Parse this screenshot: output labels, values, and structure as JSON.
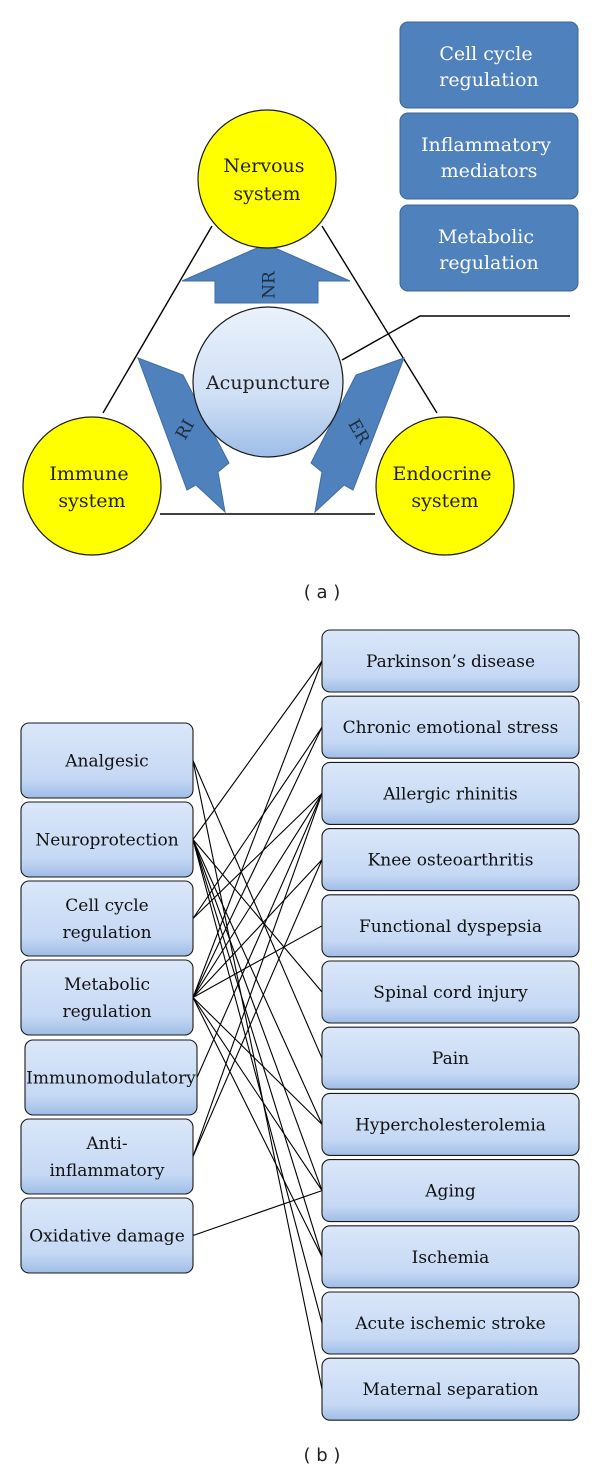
{
  "panel_a": {
    "label": "( a )",
    "systems": {
      "nervous": [
        "Nervous",
        "system"
      ],
      "immune": [
        "Immune",
        "system"
      ],
      "endocrine": [
        "Endocrine",
        "system"
      ]
    },
    "center": "Acupuncture",
    "arrows": {
      "nr": "NR",
      "ri": "RI",
      "er": "ER"
    },
    "mechanisms": [
      [
        "Cell cycle",
        "regulation"
      ],
      [
        "Inflammatory",
        "mediators"
      ],
      [
        "Metabolic",
        "regulation"
      ]
    ],
    "colors": {
      "system_fill": "#ffff00",
      "accent_blue": "#4f81bd",
      "light_blue": "#c6d9f1"
    }
  },
  "panel_b": {
    "label": "( b )",
    "effects": [
      [
        "Analgesic"
      ],
      [
        "Neuroprotection"
      ],
      [
        "Cell cycle",
        "regulation"
      ],
      [
        "Metabolic",
        "regulation"
      ],
      [
        "Immunomodulatory"
      ],
      [
        "Anti-",
        "inflammatory"
      ],
      [
        "Oxidative damage"
      ]
    ],
    "diseases": [
      "Parkinson’s disease",
      "Chronic emotional stress",
      "Allergic rhinitis",
      "Knee osteoarthritis",
      "Functional dyspepsia",
      "Spinal cord injury",
      "Pain",
      "Hypercholesterolemia",
      "Aging",
      "Ischemia",
      "Acute ischemic stroke",
      "Maternal separation"
    ],
    "links": [
      [
        0,
        6
      ],
      [
        0,
        11
      ],
      [
        1,
        0
      ],
      [
        1,
        5
      ],
      [
        1,
        7
      ],
      [
        1,
        8
      ],
      [
        1,
        9
      ],
      [
        1,
        10
      ],
      [
        2,
        1
      ],
      [
        2,
        2
      ],
      [
        3,
        0
      ],
      [
        3,
        1
      ],
      [
        3,
        2
      ],
      [
        3,
        3
      ],
      [
        3,
        4
      ],
      [
        3,
        7
      ],
      [
        3,
        8
      ],
      [
        3,
        9
      ],
      [
        4,
        2
      ],
      [
        5,
        2
      ],
      [
        5,
        3
      ],
      [
        6,
        8
      ]
    ]
  }
}
